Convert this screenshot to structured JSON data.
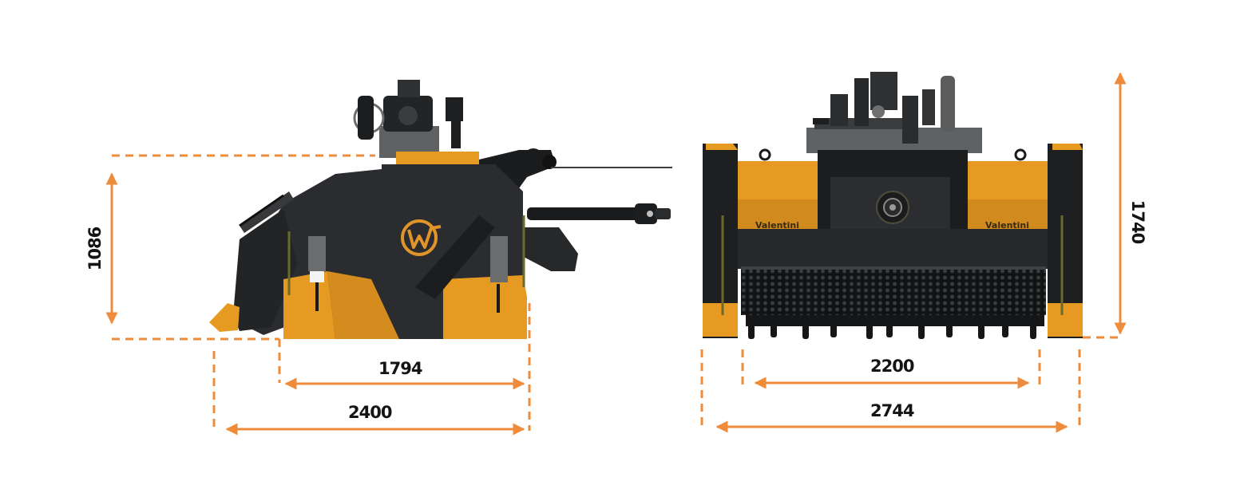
{
  "diagram": {
    "subject": "Forestry mulcher dimension drawing",
    "views": [
      {
        "id": "side",
        "name": "Side view"
      },
      {
        "id": "front",
        "name": "Front view"
      }
    ],
    "colors": {
      "dimension_line": "#ee8c3c",
      "machine_orange": "#e79a22",
      "machine_dark": "#2a2c2f",
      "machine_black": "#161718",
      "frame_gray": "#5f6163",
      "text": "#141414",
      "background": "#ffffff"
    },
    "dimensions": {
      "side_height": {
        "value": "1086",
        "orientation": "vertical"
      },
      "side_body_length": {
        "value": "1794",
        "orientation": "horizontal"
      },
      "side_total_length": {
        "value": "2400",
        "orientation": "horizontal"
      },
      "front_working_width": {
        "value": "2200",
        "orientation": "horizontal"
      },
      "front_total_width": {
        "value": "2744",
        "orientation": "horizontal"
      },
      "front_total_height": {
        "value": "1740",
        "orientation": "vertical"
      }
    },
    "brand": {
      "logo_icon": "fv-circle-logo",
      "side_label": "Vv",
      "front_label_left": "Valentini",
      "front_label_right": "Valentini"
    }
  }
}
